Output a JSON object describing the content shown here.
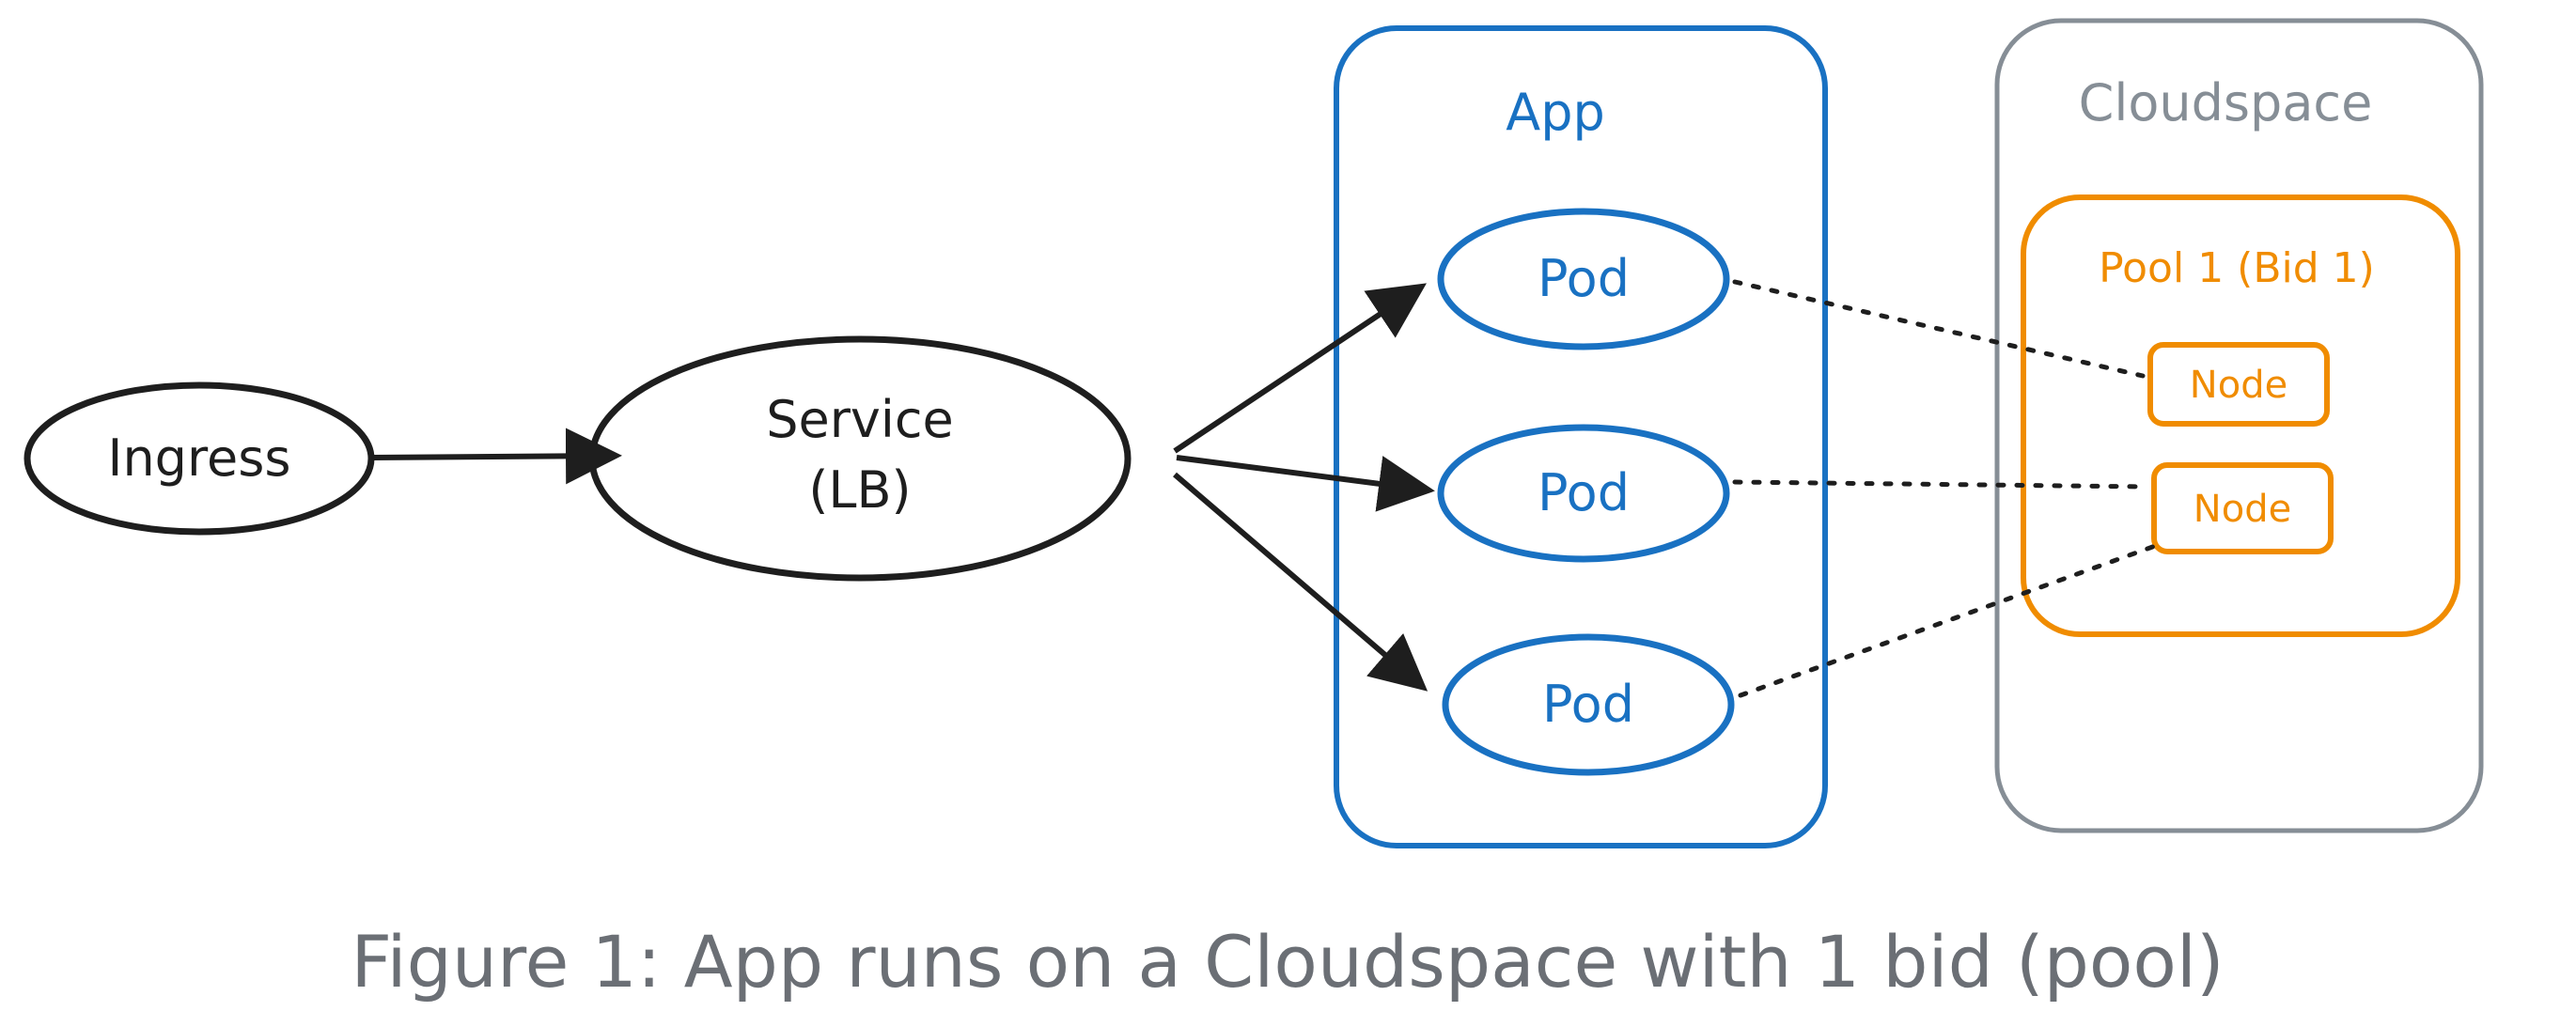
{
  "diagram": {
    "nodes": {
      "ingress": "Ingress",
      "service_line1": "Service",
      "service_line2": "(LB)",
      "app": "App",
      "pod_1": "Pod",
      "pod_2": "Pod",
      "pod_3": "Pod",
      "cloudspace": "Cloudspace",
      "pool": "Pool 1 (Bid 1)",
      "node_1": "Node",
      "node_2": "Node"
    },
    "caption": "Figure 1: App runs on a Cloudspace with 1 bid (pool)",
    "colors": {
      "ink": "#1e1e1e",
      "app_blue": "#1971c2",
      "cloudspace_gray": "#868e96",
      "pool_orange": "#f08c00",
      "caption_gray": "#6b6f75"
    },
    "edges": [
      {
        "from": "Ingress",
        "to": "Service (LB)",
        "style": "arrow"
      },
      {
        "from": "Service (LB)",
        "to": "Pod",
        "style": "arrow"
      },
      {
        "from": "Service (LB)",
        "to": "Pod",
        "style": "arrow"
      },
      {
        "from": "Service (LB)",
        "to": "Pod",
        "style": "arrow"
      },
      {
        "from": "Pod",
        "to": "Node",
        "style": "dotted"
      },
      {
        "from": "Pod",
        "to": "Node",
        "style": "dotted"
      },
      {
        "from": "Pod",
        "to": "Node",
        "style": "dotted"
      }
    ]
  }
}
